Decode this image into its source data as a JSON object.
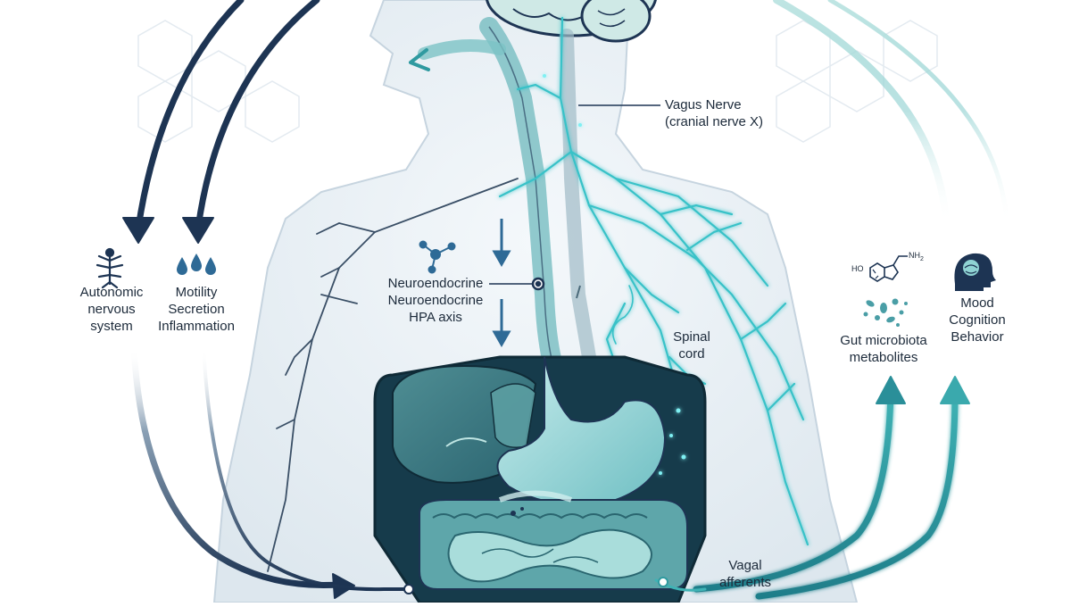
{
  "labels": {
    "vagus": [
      "Vagus Nerve",
      "(cranial nerve X)"
    ],
    "autonomic": [
      "Autonomic",
      "nervous",
      "system"
    ],
    "motility": [
      "Motility",
      "Secretion",
      "Inflammation"
    ],
    "neuroendocrine": [
      "Neuroendocrine",
      "Neuroendocrine",
      "HPA axis"
    ],
    "spinal": [
      "Spinal",
      "cord"
    ],
    "gut_microbiota": [
      "Gut microbiota",
      "metabolites"
    ],
    "mood": [
      "Mood",
      "Cognition",
      "Behavior"
    ],
    "vagal_afferents": [
      "Vagal",
      "afferents"
    ]
  },
  "molecule": {
    "left_group": "HO",
    "right_group": "NH",
    "subscript": "2"
  },
  "icons": {
    "autonomic": "nervous-system-icon",
    "motility": "droplets-icon",
    "neuroendocrine": "molecule-icon",
    "gut": "bacteria-icon",
    "mood": "brain-head-icon"
  },
  "colors": {
    "navy": "#1d3453",
    "teal": "#2f9aa0",
    "nerve_glow": "#6fe3e8",
    "organ_dark": "#244e5e",
    "organ_light": "#8fd3d3"
  }
}
